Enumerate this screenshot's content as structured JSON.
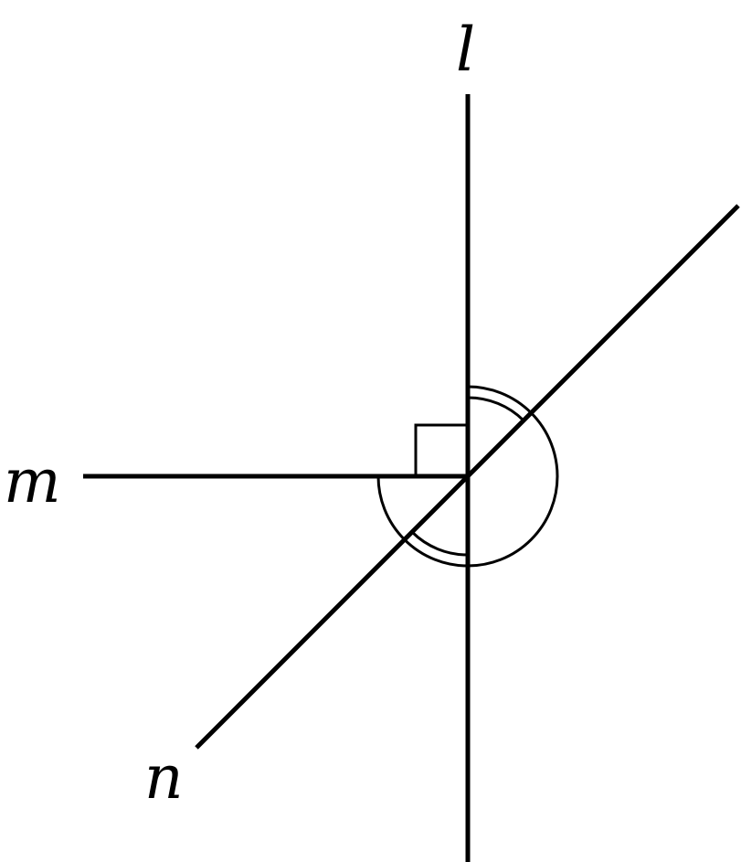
{
  "labels": {
    "l": "l",
    "m": "m",
    "n": "n"
  },
  "colors": {
    "stroke": "#000000",
    "background": "#ffffff"
  }
}
